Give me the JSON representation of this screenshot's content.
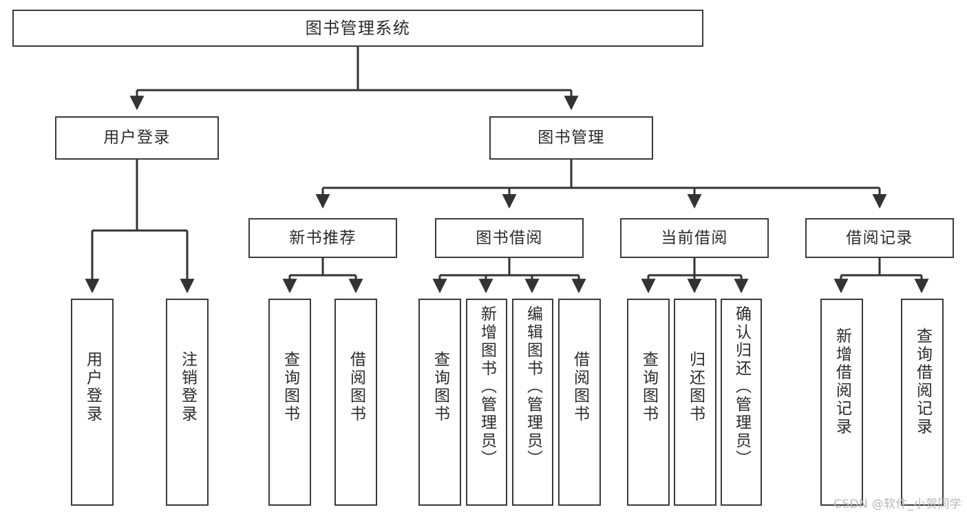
{
  "diagram": {
    "title": "图书管理系统",
    "type": "tree",
    "watermark": "CSDN @软件_小贺同学",
    "colors": {
      "background": "#ffffff",
      "box_border": "#3a3a3a",
      "box_fill": "#ffffff",
      "text": "#2b2b2b",
      "edge": "#333333",
      "watermark": "#b8b8b8"
    },
    "nodes": {
      "root": {
        "label": "图书管理系统",
        "orientation": "horizontal"
      },
      "level2": [
        {
          "id": "user-login",
          "label": "用户登录",
          "orientation": "horizontal"
        },
        {
          "id": "book-manage",
          "label": "图书管理",
          "orientation": "horizontal"
        }
      ],
      "level3": [
        {
          "id": "new-book-recommend",
          "label": "新书推荐",
          "orientation": "horizontal"
        },
        {
          "id": "book-borrow",
          "label": "图书借阅",
          "orientation": "horizontal"
        },
        {
          "id": "current-borrow",
          "label": "当前借阅",
          "orientation": "horizontal"
        },
        {
          "id": "borrow-record",
          "label": "借阅记录",
          "orientation": "horizontal"
        }
      ],
      "leaves": [
        {
          "id": "leaf-user-login",
          "label": "用户登录",
          "parent": "user-login",
          "orientation": "vertical"
        },
        {
          "id": "leaf-logout-login",
          "label": "注销登录",
          "parent": "user-login",
          "orientation": "vertical"
        },
        {
          "id": "leaf-query-book-1",
          "label": "查询图书",
          "parent": "new-book-recommend",
          "orientation": "vertical"
        },
        {
          "id": "leaf-borrow-book-1",
          "label": "借阅图书",
          "parent": "new-book-recommend",
          "orientation": "vertical"
        },
        {
          "id": "leaf-query-book-2",
          "label": "查询图书",
          "parent": "book-borrow",
          "orientation": "vertical"
        },
        {
          "id": "leaf-add-book",
          "label": "新增图书（管理员）",
          "parent": "book-borrow",
          "orientation": "vertical"
        },
        {
          "id": "leaf-edit-book",
          "label": "编辑图书（管理员）",
          "parent": "book-borrow",
          "orientation": "vertical"
        },
        {
          "id": "leaf-borrow-book-2",
          "label": "借阅图书",
          "parent": "book-borrow",
          "orientation": "vertical"
        },
        {
          "id": "leaf-query-book-3",
          "label": "查询图书",
          "parent": "current-borrow",
          "orientation": "vertical"
        },
        {
          "id": "leaf-return-book",
          "label": "归还图书",
          "parent": "current-borrow",
          "orientation": "vertical"
        },
        {
          "id": "leaf-confirm-return",
          "label": "确认归还（管理员）",
          "parent": "current-borrow",
          "orientation": "vertical"
        },
        {
          "id": "leaf-add-record",
          "label": "新增借阅记录",
          "parent": "borrow-record",
          "orientation": "vertical"
        },
        {
          "id": "leaf-query-record",
          "label": "查询借阅记录",
          "parent": "borrow-record",
          "orientation": "vertical"
        }
      ]
    }
  }
}
